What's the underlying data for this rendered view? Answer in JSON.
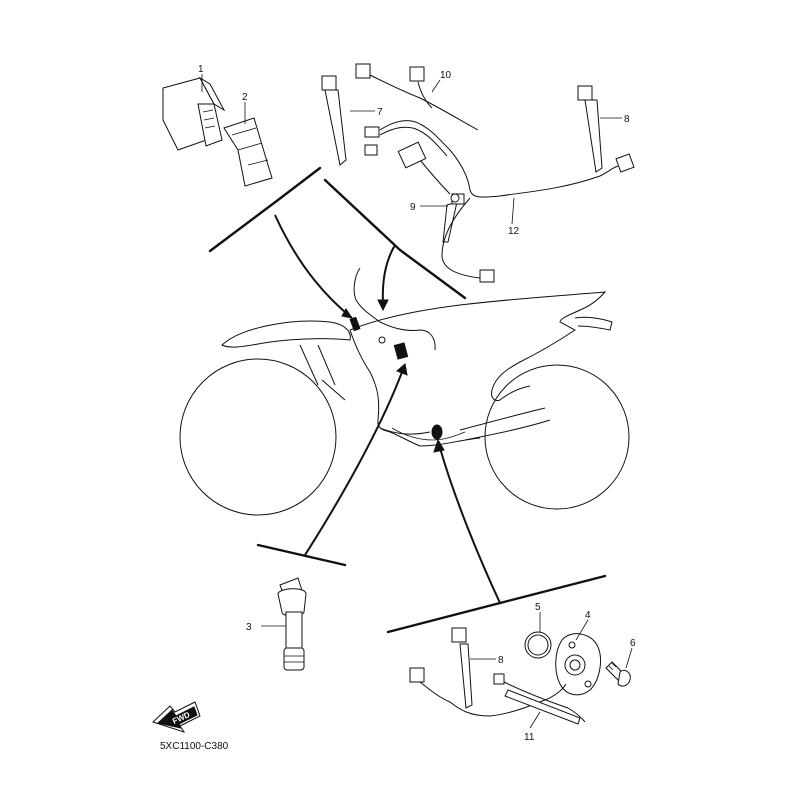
{
  "diagram_code": "5XC1100-C380",
  "fwd_label": "FWD",
  "callouts": {
    "c1": "1",
    "c2": "2",
    "c3": "3",
    "c4": "4",
    "c5": "5",
    "c6": "6",
    "c7": "7",
    "c8_top": "8",
    "c8_bottom": "8",
    "c9": "9",
    "c10": "10",
    "c11": "11",
    "c12": "12"
  }
}
